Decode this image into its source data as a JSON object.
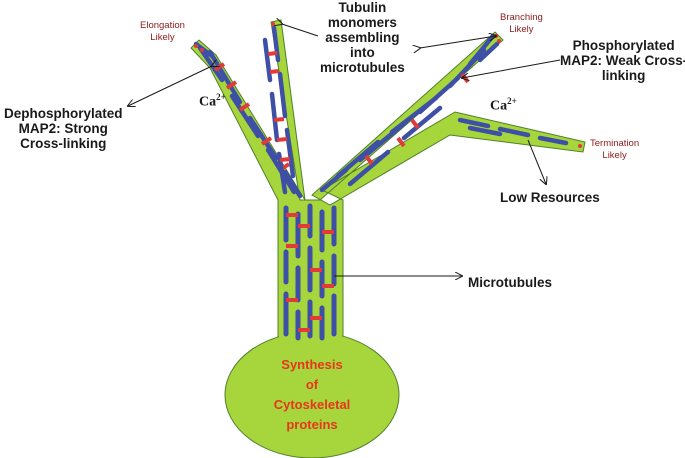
{
  "colors": {
    "cell": "#a6d63c",
    "outline": "#4f7f2a",
    "microtubule": "#3e4fa6",
    "crosslink": "#e03a3a",
    "soma_text": "#e8351d",
    "small_label": "#8b1a1a"
  },
  "labels": {
    "elongation": [
      "Elongation",
      "Likely"
    ],
    "tubulin": [
      "Tubulin",
      "monomers",
      "assembling",
      "into",
      "microtubules"
    ],
    "branching": [
      "Branching",
      "Likely"
    ],
    "phospho": [
      "Phosphorylated",
      "MAP2: Weak Cross-",
      "linking"
    ],
    "dephospho": [
      "Dephosphorylated",
      "MAP2: Strong",
      "Cross-linking"
    ],
    "ca_left": "Ca",
    "ca_right": "Ca",
    "ca_charge": "2+",
    "termination": [
      "Termination",
      "Likely"
    ],
    "low_resources": "Low Resources",
    "microtubules": "Microtubules",
    "soma": [
      "Synthesis",
      "of",
      "Cytoskeletal",
      "proteins"
    ]
  }
}
